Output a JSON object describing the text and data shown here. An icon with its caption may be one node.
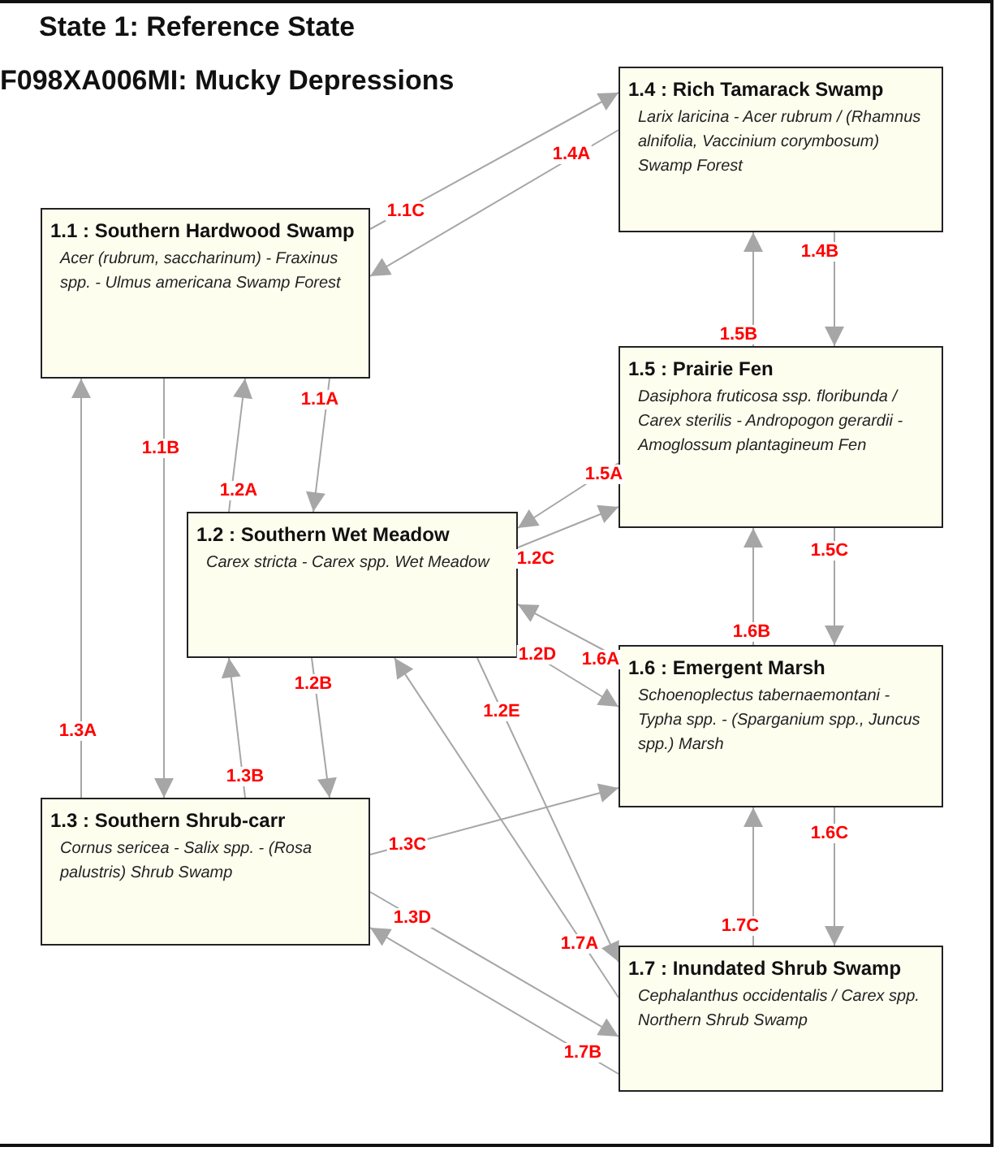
{
  "diagram": {
    "title": "State 1: Reference State",
    "nodes": [
      {
        "text": [
          "1.1 : Southern Hardwood Swamp",
          "Acer (rubrum, saccharinum) - Fraxinus spp. - Ulmus americana Swamp Forest"
        ]
      },
      {
        "text": [
          "1.4 : Rich Tamarack Swamp",
          "Larix laricina - Acer rubrum / (Rhamnus alnifolia, Vaccinium corymbosum) Swamp Forest"
        ]
      },
      {
        "text": [
          "1.5 : Prairie Fen",
          "Dasiphora fruticosa ssp. floribunda / Carex sterilis - Andropogon gerardii - Amoglossum plantagineum Fen"
        ]
      },
      {
        "text": [
          "1.2 : Southern Wet Meadow",
          "Carex stricta - Carex spp. Wet Meadow"
        ]
      },
      {
        "text": [
          "1.6 : Emergent Marsh",
          "Schoenoplectus tabernaemontani - Typha spp. - (Sparganium spp., Juncus spp.) Marsh"
        ]
      },
      {
        "text": [
          "1.3 : Southern Shrub-carr",
          "Cornus sericea - Salix spp. - (Rosa palustris) Shrub Swamp"
        ]
      },
      {
        "text": [
          "1.7 : Inundated Shrub Swamp",
          "Cephalanthus occidentalis / Carex spp. Northern Shrub Swamp"
        ]
      }
    ],
    "edges": [
      {
        "from": 0,
        "to": 1,
        "arrow": "to",
        "label": "1.1C"
      },
      {
        "from": 1,
        "to": 0,
        "arrow": "to",
        "label": "1.4A"
      },
      {
        "from": 1,
        "to": 2,
        "arrow": "to",
        "label": "1.4B"
      },
      {
        "from": 2,
        "to": 1,
        "arrow": "to",
        "label": "1.5B"
      },
      {
        "from": 0,
        "to": 3,
        "arrow": "to",
        "label": "1.1A"
      },
      {
        "from": 3,
        "to": 0,
        "arrow": "to",
        "label": "1.2A"
      },
      {
        "from": 0,
        "to": 5,
        "arrow": "to",
        "label": "1.1B"
      },
      {
        "from": 5,
        "to": 0,
        "arrow": "to",
        "label": "1.3A"
      },
      {
        "from": 2,
        "to": 3,
        "arrow": "to",
        "label": "1.5A"
      },
      {
        "from": 3,
        "to": 2,
        "arrow": "to",
        "label": "1.2C"
      },
      {
        "from": 2,
        "to": 4,
        "arrow": "to",
        "label": "1.5C"
      },
      {
        "from": 4,
        "to": 2,
        "arrow": "to",
        "label": "1.6B"
      },
      {
        "from": 4,
        "to": 3,
        "arrow": "to",
        "label": "1.6A"
      },
      {
        "from": 3,
        "to": 4,
        "arrow": "to",
        "label": "1.2D"
      },
      {
        "from": 3,
        "to": 5,
        "arrow": "to",
        "label": "1.2B"
      },
      {
        "from": 5,
        "to": 3,
        "arrow": "to",
        "label": "1.3B"
      },
      {
        "from": 3,
        "to": 6,
        "arrow": "to",
        "label": "1.2E"
      },
      {
        "from": 6,
        "to": 3,
        "arrow": "to",
        "label": "1.7A"
      },
      {
        "from": 5,
        "to": 4,
        "arrow": "to",
        "label": "1.3C"
      },
      {
        "from": 5,
        "to": 6,
        "arrow": "to",
        "label": "1.3D"
      },
      {
        "from": 6,
        "to": 5,
        "arrow": "to",
        "label": "1.7B"
      },
      {
        "from": 4,
        "to": 6,
        "arrow": "to",
        "label": "1.6C"
      },
      {
        "from": 6,
        "to": 4,
        "arrow": "to",
        "label": "1.7C"
      }
    ],
    "labels": [
      "F098XA006MI: Mucky Depressions"
    ]
  }
}
